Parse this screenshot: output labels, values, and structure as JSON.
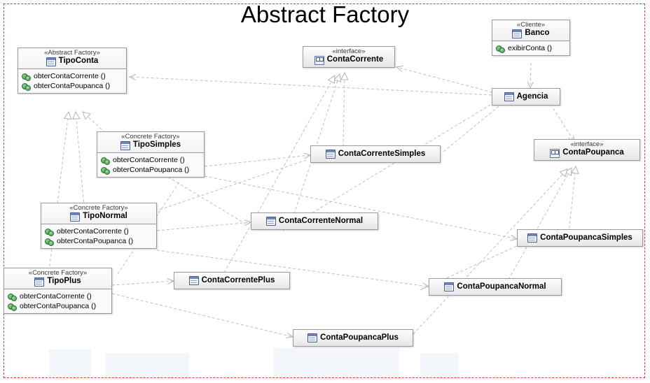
{
  "page": {
    "title": "Abstract Factory",
    "border_color": "#e23b3b",
    "link_color": "#b9b9b9"
  },
  "icons": {
    "class": "class-icon",
    "interface": "interface-icon",
    "method": "method-icon"
  },
  "nodes": [
    {
      "id": "cliente-banco",
      "stereotype": "«Cliente»",
      "name": "Banco",
      "icon": "class-icon",
      "members": [
        "exibirConta ()"
      ]
    },
    {
      "id": "abstract-factory-tipoconta",
      "stereotype": "«Abstract Factory»",
      "name": "TipoConta",
      "icon": "class-icon",
      "members": [
        "obterContaCorrente ()",
        "obterContaPoupanca ()"
      ]
    },
    {
      "id": "interface-contacorrente",
      "stereotype": "«interface»",
      "name": "ContaCorrente",
      "icon": "interface-icon",
      "members": []
    },
    {
      "id": "agencia",
      "stereotype": "",
      "name": "Agencia",
      "icon": "class-icon",
      "members": []
    },
    {
      "id": "concrete-factory-tiposimples",
      "stereotype": "«Concrete Factory»",
      "name": "TipoSimples",
      "icon": "class-icon",
      "members": [
        "obterContaCorrente ()",
        "obterContaPoupanca ()"
      ]
    },
    {
      "id": "contacorrentesimples",
      "stereotype": "",
      "name": "ContaCorrenteSimples",
      "icon": "class-icon",
      "members": []
    },
    {
      "id": "interface-contapoupanca",
      "stereotype": "«interface»",
      "name": "ContaPoupanca",
      "icon": "interface-icon",
      "members": []
    },
    {
      "id": "concrete-factory-tiponormal",
      "stereotype": "«Concrete Factory»",
      "name": "TipoNormal",
      "icon": "class-icon",
      "members": [
        "obterContaCorrente ()",
        "obterContaPoupanca ()"
      ]
    },
    {
      "id": "contacorrentenormal",
      "stereotype": "",
      "name": "ContaCorrenteNormal",
      "icon": "class-icon",
      "members": []
    },
    {
      "id": "contapoupancasimples",
      "stereotype": "",
      "name": "ContaPoupancaSimples",
      "icon": "class-icon",
      "members": []
    },
    {
      "id": "concrete-factory-tipoplus",
      "stereotype": "«Concrete Factory»",
      "name": "TipoPlus",
      "icon": "class-icon",
      "members": [
        "obterContaCorrente ()",
        "obterContaPoupanca ()"
      ]
    },
    {
      "id": "contacorrenteplus",
      "stereotype": "",
      "name": "ContaCorrentePlus",
      "icon": "class-icon",
      "members": []
    },
    {
      "id": "contapoupancanormal",
      "stereotype": "",
      "name": "ContaPoupancaNormal",
      "icon": "class-icon",
      "members": []
    },
    {
      "id": "contapoupancaplus",
      "stereotype": "",
      "name": "ContaPoupancaPlus",
      "icon": "class-icon",
      "members": []
    }
  ]
}
